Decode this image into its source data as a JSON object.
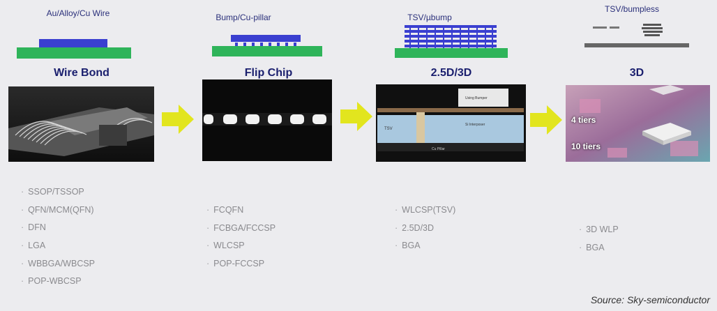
{
  "columns": [
    {
      "tech_label": "Au/Alloy/Cu Wire",
      "title": "Wire Bond",
      "packages": [
        "SSOP/TSSOP",
        "QFN/MCM(QFN)",
        "DFN",
        "LGA",
        "WBBGA/WBCSP",
        "POP-WBCSP"
      ]
    },
    {
      "tech_label": "Bump/Cu-pillar",
      "title": "Flip Chip",
      "packages": [
        "FCQFN",
        "FCBGA/FCCSP",
        "WLCSP",
        "POP-FCCSP"
      ]
    },
    {
      "tech_label": "TSV/µbump",
      "title": "2.5D/3D",
      "packages": [
        "WLCSP(TSV)",
        "2.5D/3D",
        "BGA"
      ],
      "photo_labels": {
        "tsv": "TSV",
        "interposer": "Si Interposer",
        "die": "Using Bumper",
        "pillar": "Cu Pillar"
      }
    },
    {
      "tech_label": "TSV/bumpless",
      "title": "3D",
      "packages": [
        "3D WLP",
        "BGA"
      ],
      "photo_labels": {
        "tier4": "4 tiers",
        "tier10": "10 tiers"
      }
    }
  ],
  "source": "Source:  Sky-semiconductor",
  "colors": {
    "die": "#3a3fd0",
    "substrate": "#2fb45a",
    "arrow": "#e2e51e",
    "title": "#1a1f6e"
  }
}
